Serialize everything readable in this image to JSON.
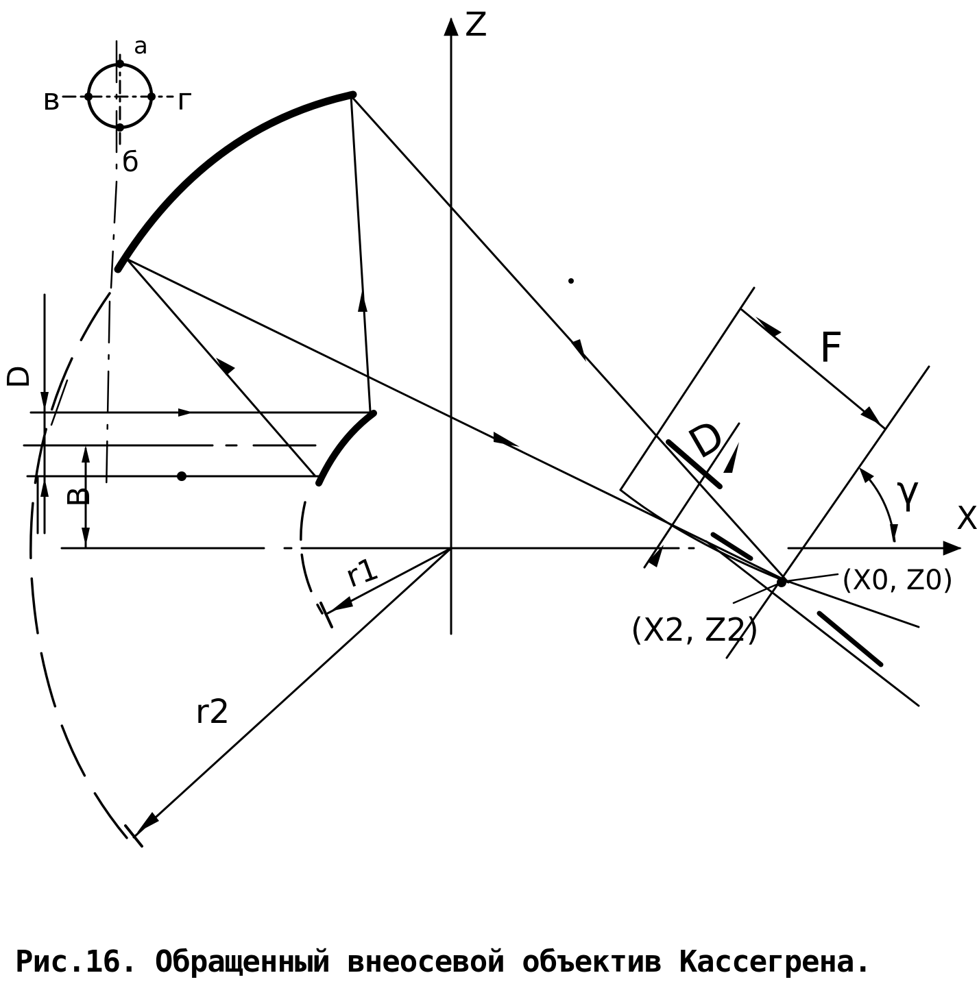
{
  "labels": {
    "axis_z": "Z",
    "axis_x": "X",
    "focal_length": "F",
    "beam_diameter_right": "D",
    "beam_diameter_left": "D",
    "offset": "B",
    "angle": "γ",
    "radius_1": "r1",
    "radius_2": "r2",
    "point_0": "(X0, Z0)",
    "point_2": "(X2, Z2)",
    "orient_top": "а",
    "orient_bottom": "б",
    "orient_left": "в",
    "orient_right": "г"
  },
  "caption": "Рис.16. Обращенный внеосевой объектив Кассегрена."
}
